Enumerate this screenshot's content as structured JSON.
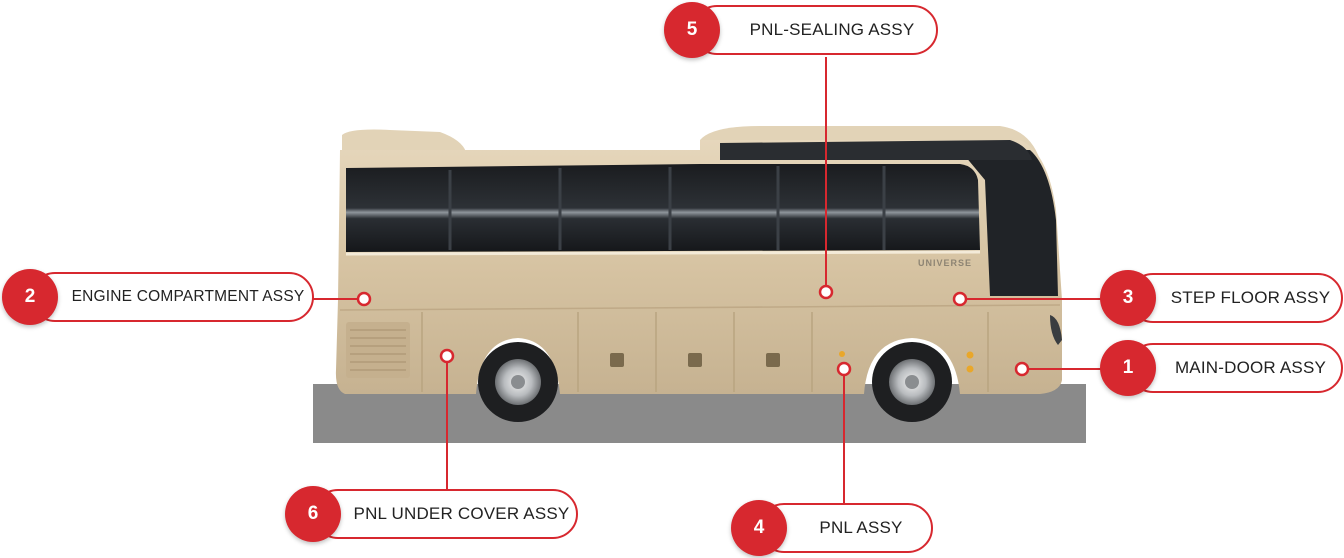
{
  "accent_color": "#d7282f",
  "body_color": "#d8c6a6",
  "vehicle": {
    "name": "bus-side-view",
    "badge_text": "UNIVERSE"
  },
  "callouts": [
    {
      "number": "1",
      "label": "MAIN-DOOR ASSY"
    },
    {
      "number": "2",
      "label": "ENGINE COMPARTMENT ASSY"
    },
    {
      "number": "3",
      "label": "STEP FLOOR ASSY"
    },
    {
      "number": "4",
      "label": "PNL ASSY"
    },
    {
      "number": "5",
      "label": "PNL-SEALING ASSY"
    },
    {
      "number": "6",
      "label": "PNL UNDER COVER ASSY"
    }
  ]
}
